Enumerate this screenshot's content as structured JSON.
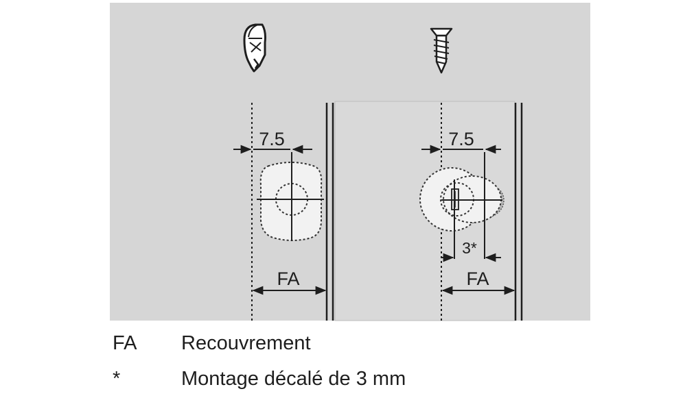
{
  "diagram": {
    "left": {
      "dimension_top": "7.5",
      "dimension_bottom": "FA",
      "icon": "plug-dowel-icon"
    },
    "right": {
      "dimension_top": "7.5",
      "dimension_small": "3*",
      "dimension_bottom": "FA",
      "icon": "screw-icon"
    },
    "colors": {
      "panel_background": "#d6d6d6",
      "line": "#1e1e1e",
      "plate_fill": "#f2f2f2"
    }
  },
  "legend": [
    {
      "key": "FA",
      "text": "Recouvrement"
    },
    {
      "key": "*",
      "text": "Montage décalé de 3 mm"
    }
  ]
}
